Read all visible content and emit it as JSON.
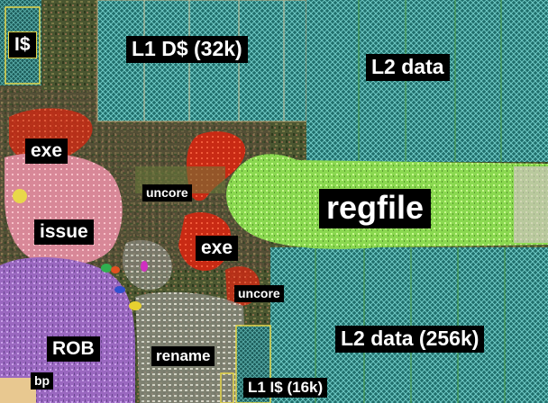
{
  "labels": {
    "icache_top": "I$",
    "l1_dcache": "L1 D$ (32k)",
    "l2_data_top": "L2 data",
    "exe_left": "exe",
    "uncore_top": "uncore",
    "regfile": "regfile",
    "issue": "issue",
    "exe_center": "exe",
    "uncore_bottom": "uncore",
    "l2_data_bottom": "L2 data (256k)",
    "rob": "ROB",
    "rename": "rename",
    "bp": "bp",
    "l1_icache": "L1 I$ (16k)"
  },
  "colors": {
    "sram_teal": "#2a8a86",
    "sram_light": "#6ec8c4",
    "sram_dark": "#0f3a38",
    "label_bg": "#000000",
    "label_text": "#ffffff",
    "outline_yellow": "#e8d84a",
    "regfile_green": "#9ee85a",
    "exe_red": "#d8321a",
    "issue_pink": "#e89aa8",
    "rob_purple": "#a070c8",
    "uncore_olive": "#5a6a3a",
    "bp_tan": "#e8c890"
  }
}
